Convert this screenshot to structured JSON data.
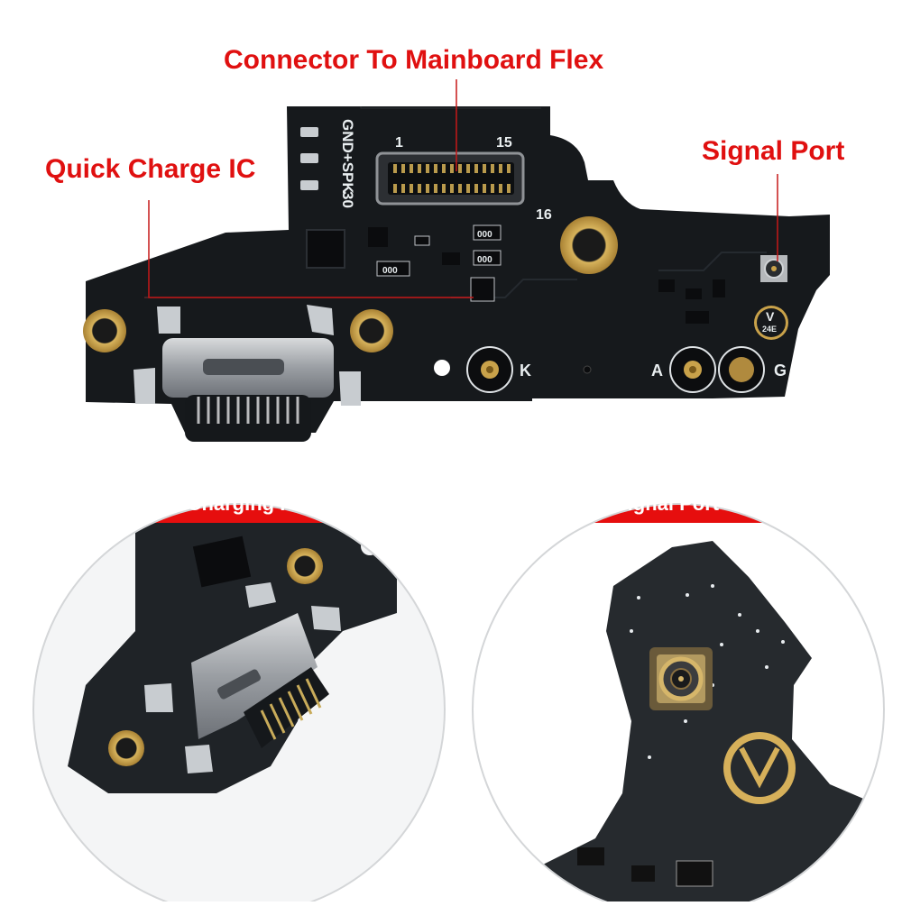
{
  "colors": {
    "label_red": "#e01010",
    "banner_red": "#e60e0e",
    "pcb_black": "#16191c",
    "gold": "#c9a24a",
    "silkscreen": "#e9eef0"
  },
  "callouts": {
    "connector": "Connector To Mainboard Flex",
    "quick_charge": "Quick Charge IC",
    "signal_port": "Signal Port"
  },
  "board_markings": {
    "gnd_spk": "GND+SPK",
    "spk_num": "30",
    "pin_1": "1",
    "pin_15": "15",
    "pin_16": "16",
    "pad_k": "K",
    "pad_a": "A",
    "pad_g": "G",
    "resistor_code": "000",
    "logo_v": "V",
    "logo_code": "24E"
  },
  "detail_views": {
    "left_title": "USB Charging Port",
    "right_title": "Signal Port"
  }
}
